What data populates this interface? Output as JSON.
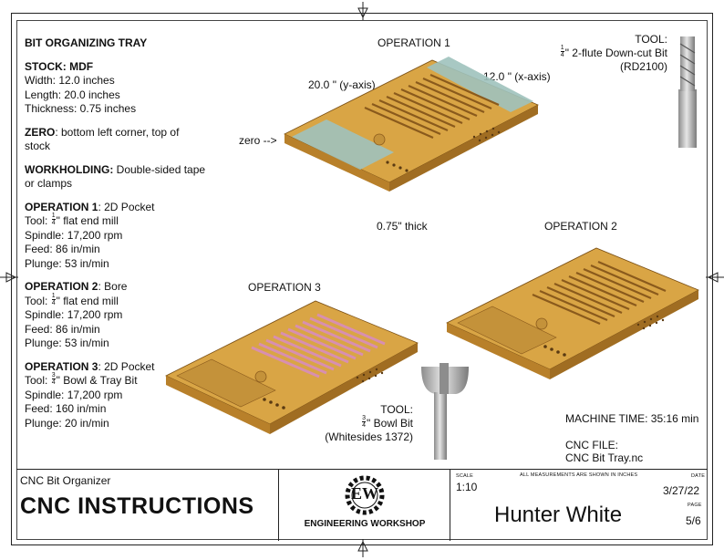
{
  "spec": {
    "title": "BIT ORGANIZING TRAY",
    "stock_heading": "STOCK: MDF",
    "width": "Width: 12.0 inches",
    "length": "Length: 20.0 inches",
    "thickness": "Thickness: 0.75 inches",
    "zero_heading": "ZERO",
    "zero_text": ": bottom left corner, top of stock",
    "workholding_heading": "WORKHOLDING:",
    "workholding_text": " Double-sided tape or clamps",
    "op1_heading": "OPERATION 1",
    "op1_type": ": 2D Pocket",
    "op1_tool_pre": "Tool: ",
    "op1_tool_num": "1",
    "op1_tool_den": "4",
    "op1_tool_post": "\" flat end mill",
    "op1_spindle": "Spindle: 17,200 rpm",
    "op1_feed": "Feed: 86 in/min",
    "op1_plunge": "Plunge: 53 in/min",
    "op2_heading": "OPERATION 2",
    "op2_type": ": Bore",
    "op2_tool_pre": "Tool: ",
    "op2_tool_num": "1",
    "op2_tool_den": "4",
    "op2_tool_post": "\" flat end mill",
    "op2_spindle": "Spindle: 17,200 rpm",
    "op2_feed": "Feed: 86 in/min",
    "op2_plunge": "Plunge: 53 in/min",
    "op3_heading": "OPERATION 3",
    "op3_type": ": 2D Pocket",
    "op3_tool_pre": "Tool: ",
    "op3_tool_num": "3",
    "op3_tool_den": "4",
    "op3_tool_post": "\" Bowl & Tray Bit",
    "op3_spindle": "Spindle: 17,200 rpm",
    "op3_feed": "Feed: 160 in/min",
    "op3_plunge": "Plunge: 20 in/min"
  },
  "diagram": {
    "op1_title": "OPERATION 1",
    "op2_title": "OPERATION 2",
    "op3_title": "OPERATION 3",
    "y_axis": "20.0 \" (y-axis)",
    "x_axis": "12.0 \" (x-axis)",
    "zero": "zero -->",
    "thick": "0.75\" thick"
  },
  "tool1": {
    "heading": "TOOL:",
    "frac_num": "1",
    "frac_den": "4",
    "name": "\" 2-flute Down-cut Bit",
    "code": "(RD2100)"
  },
  "tool2": {
    "heading": "TOOL:",
    "frac_num": "3",
    "frac_den": "4",
    "name": "\" Bowl Bit",
    "code": "(Whitesides 1372)"
  },
  "machine_time": "MACHINE TIME: 35:16 min",
  "cnc_file_heading": "CNC FILE:",
  "cnc_file_name": "CNC Bit Tray.nc",
  "title_block": {
    "project": "CNC Bit Organizer",
    "doc_title": "CNC INSTRUCTIONS",
    "logo_letters": "EW",
    "logo_text": "ENGINEERING WORKSHOP",
    "scale_label": "SCALE",
    "scale_value": "1:10",
    "units_note": "ALL MEASUREMENTS ARE SHOWN IN INCHES",
    "date_label": "DATE",
    "date_value": "3/27/22",
    "author": "Hunter White",
    "page_label": "PAGE",
    "page_value": "5/6"
  },
  "colors": {
    "wood_top": "#d9a545",
    "wood_side": "#b8802a",
    "pocket": "#c4923a",
    "pocket_shadow": "#8a5a1c",
    "op1_highlight": "#9fc2bd",
    "op3_highlight": "#d88fb0",
    "bit_steel": "#b9b9b9"
  }
}
